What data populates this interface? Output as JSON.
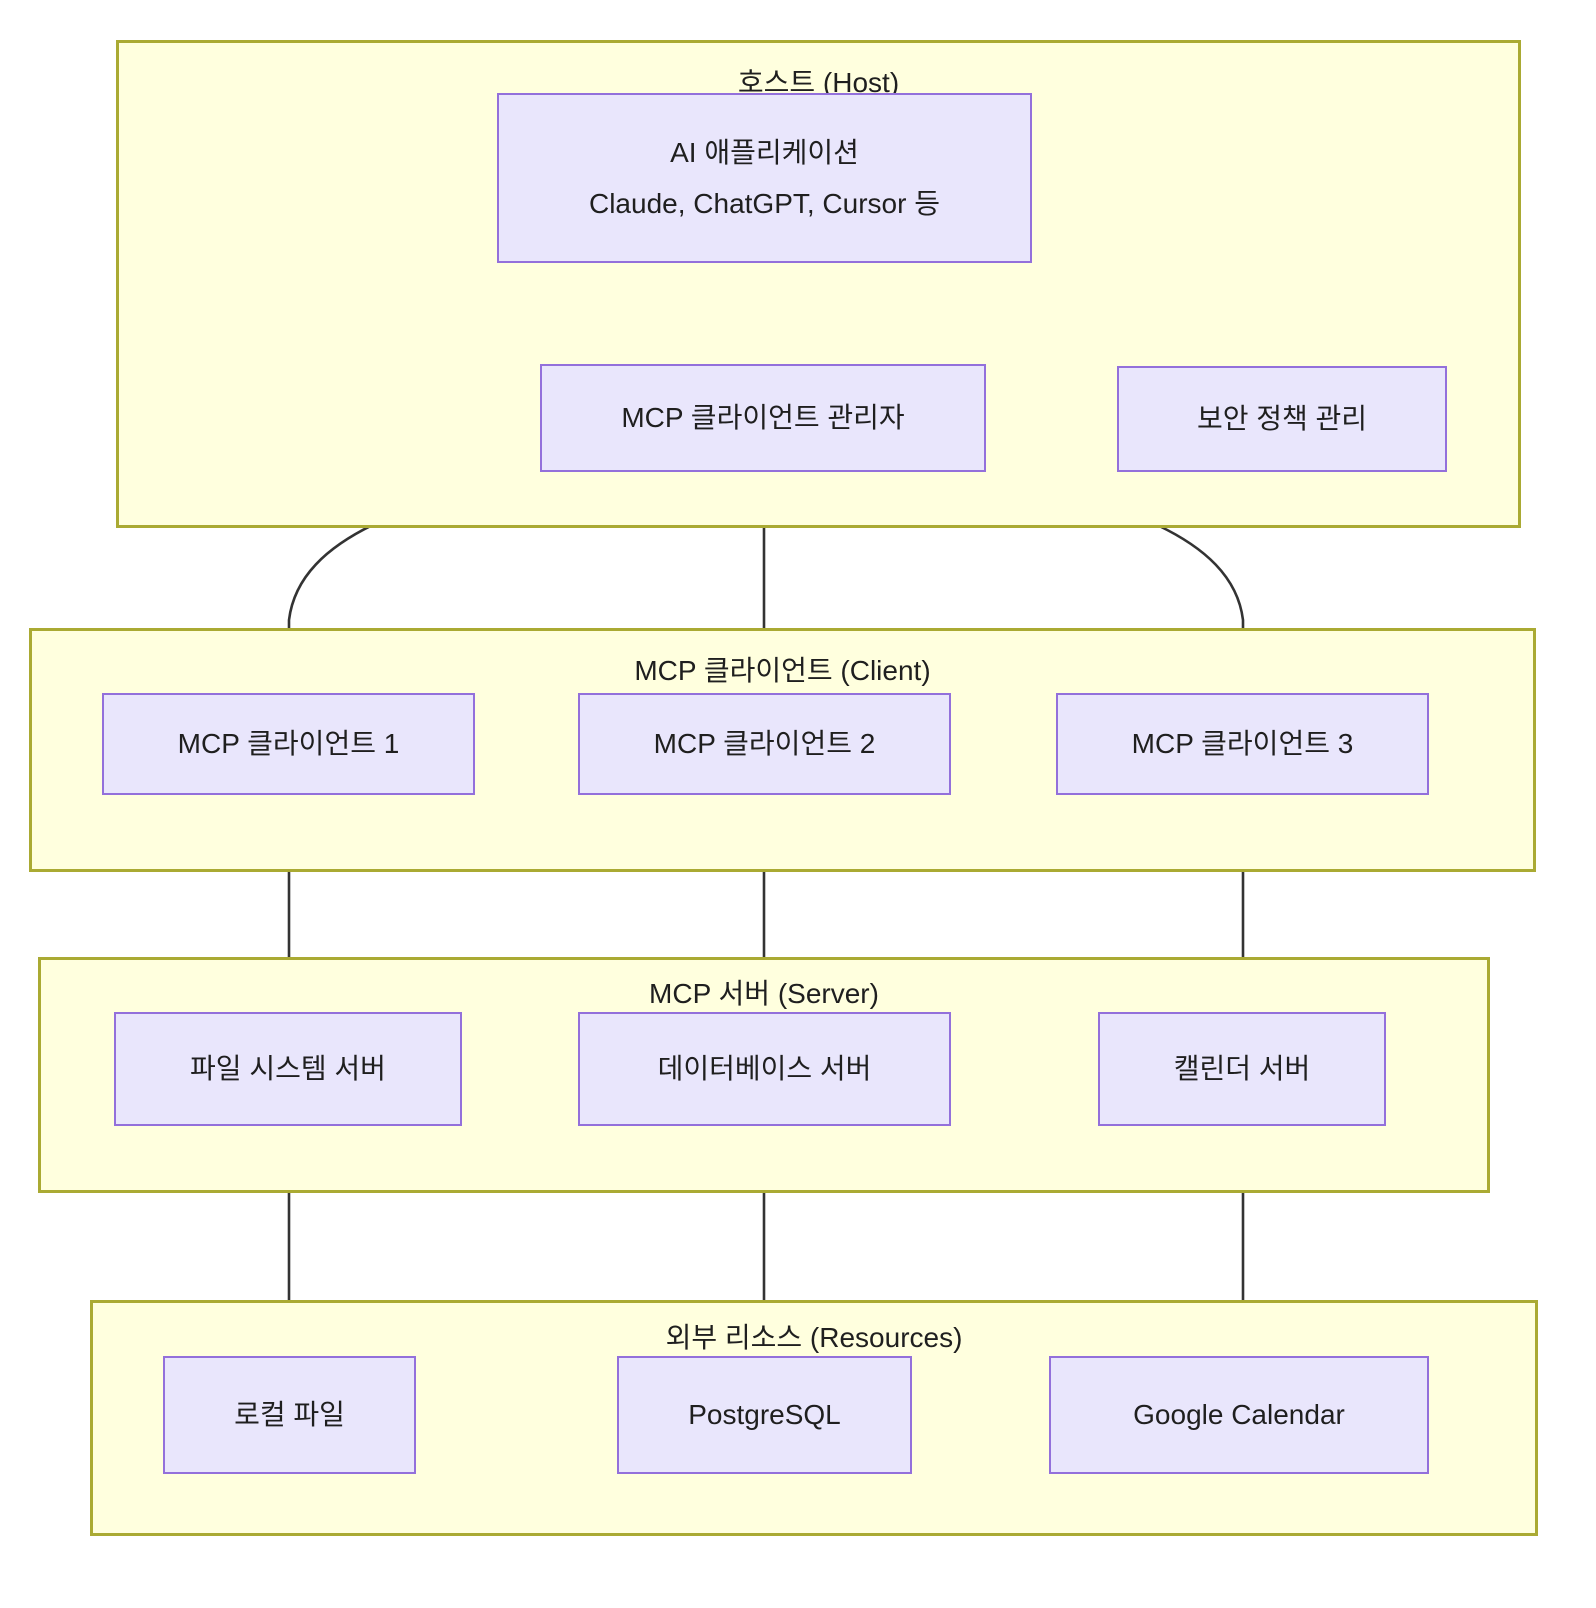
{
  "diagram": {
    "title": "MCP Architecture",
    "type": "flowchart",
    "colors": {
      "group_fill": "#ffffde",
      "group_border": "#aaaa33",
      "node_fill": "#e9e6fc",
      "node_border": "#9370db",
      "edge": "#333333",
      "text": "#1f1f1f",
      "background": "#ffffff"
    }
  },
  "groups": {
    "host": {
      "title": "호스트 (Host)"
    },
    "client": {
      "title": "MCP 클라이언트 (Client)"
    },
    "server": {
      "title": "MCP 서버 (Server)"
    },
    "resources": {
      "title": "외부 리소스 (Resources)"
    }
  },
  "nodes": {
    "ai_app": {
      "line1": "AI 애플리케이션",
      "line2": "Claude, ChatGPT, Cursor 등"
    },
    "client_manager": {
      "label": "MCP 클라이언트 관리자"
    },
    "security_policy": {
      "label": "보안 정책 관리"
    },
    "client1": {
      "label": "MCP 클라이언트 1"
    },
    "client2": {
      "label": "MCP 클라이언트 2"
    },
    "client3": {
      "label": "MCP 클라이언트 3"
    },
    "server_fs": {
      "label": "파일 시스템 서버"
    },
    "server_db": {
      "label": "데이터베이스 서버"
    },
    "server_cal": {
      "label": "캘린더 서버"
    },
    "res_local": {
      "label": "로컬 파일"
    },
    "res_postgres": {
      "label": "PostgreSQL"
    },
    "res_gcal": {
      "label": "Google Calendar"
    }
  },
  "edges": [
    {
      "from": "ai_app",
      "to": "client_manager"
    },
    {
      "from": "client_manager",
      "to": "client1"
    },
    {
      "from": "client_manager",
      "to": "client2"
    },
    {
      "from": "client_manager",
      "to": "client3"
    },
    {
      "from": "client1",
      "to": "server_fs"
    },
    {
      "from": "client2",
      "to": "server_db"
    },
    {
      "from": "client3",
      "to": "server_cal"
    },
    {
      "from": "server_fs",
      "to": "res_local"
    },
    {
      "from": "server_db",
      "to": "res_postgres"
    },
    {
      "from": "server_cal",
      "to": "res_gcal"
    }
  ]
}
